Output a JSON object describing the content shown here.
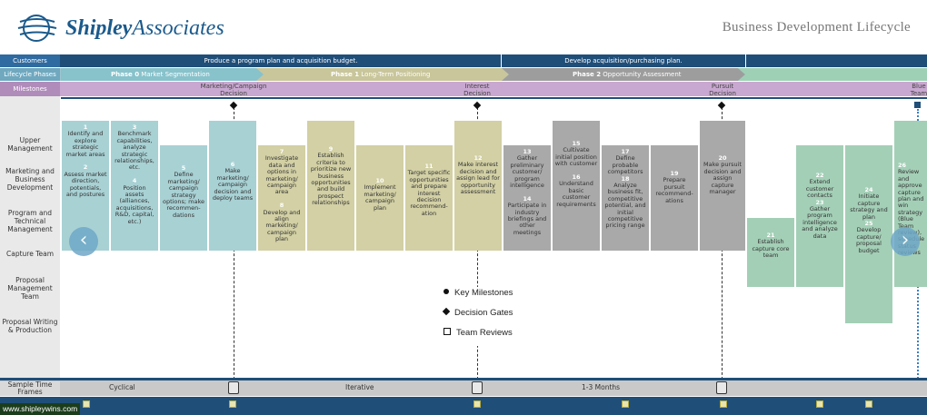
{
  "header": {
    "brand_bold": "Shipley",
    "brand_rest": "Associates",
    "title": "Business Development Lifecycle"
  },
  "rows": {
    "customers": "Customers",
    "lifecycle": "Lifecycle Phases",
    "milestones": "Milestones",
    "upper": "Upper Management",
    "mbd": "Marketing and Business Development",
    "ptm": "Program and Technical Management",
    "capture": "Capture Team",
    "pmt": "Proposal Management Team",
    "pwp": "Proposal Writing & Production",
    "stf": "Sample Time Frames"
  },
  "customer_bands": [
    "Produce a program plan and acquisition budget.",
    "Develop acquisition/purchasing plan."
  ],
  "phases": [
    {
      "num": "Phase 0",
      "name": "Market Segmentation"
    },
    {
      "num": "Phase 1",
      "name": "Long-Term Positioning"
    },
    {
      "num": "Phase 2",
      "name": "Opportunity Assessment"
    }
  ],
  "milestones": [
    "Marketing/Campaign Decision",
    "Interest Decision",
    "Pursuit Decision",
    "Blue Team"
  ],
  "steps": {
    "s1": {
      "n": "1",
      "t": "Identify and explore strategic market areas"
    },
    "s2": {
      "n": "2",
      "t": "Assess market direction, potentials, and postures"
    },
    "s3": {
      "n": "3",
      "t": "Benchmark capabilities, analyze strategic relationships, etc."
    },
    "s4": {
      "n": "4",
      "t": "Position assets (alliances, acquisitions, R&D, capital, etc.)"
    },
    "s5": {
      "n": "5",
      "t": "Define marketing/ campaign strategy options; make recommen- dations"
    },
    "s6": {
      "n": "6",
      "t": "Make marketing/ campaign decision and deploy teams"
    },
    "s7": {
      "n": "7",
      "t": "Investigate data and options in marketing/ campaign area"
    },
    "s8": {
      "n": "8",
      "t": "Develop and align marketing/ campaign plan"
    },
    "s9": {
      "n": "9",
      "t": "Establish criteria to prioritize new business opportunities and build prospect relationships"
    },
    "s10": {
      "n": "10",
      "t": "Implement marketing/ campaign plan"
    },
    "s11": {
      "n": "11",
      "t": "Target specific opportunities and prepare interest decision recommend- ation"
    },
    "s12": {
      "n": "12",
      "t": "Make interest decision and assign lead for opportunity assessment"
    },
    "s13": {
      "n": "13",
      "t": "Gather preliminary customer/ program intelligence"
    },
    "s14": {
      "n": "14",
      "t": "Participate in industry briefings and other meetings"
    },
    "s15": {
      "n": "15",
      "t": "Cultivate initial position with customer"
    },
    "s16": {
      "n": "16",
      "t": "Understand basic customer requirements"
    },
    "s17": {
      "n": "17",
      "t": "Define probable competitors"
    },
    "s18": {
      "n": "18",
      "t": "Analyze business fit, competitive potential, and initial competitive pricing range"
    },
    "s19": {
      "n": "19",
      "t": "Prepare pursuit recommend- ations"
    },
    "s20": {
      "n": "20",
      "t": "Make pursuit decision and assign capture manager"
    },
    "s21": {
      "n": "21",
      "t": "Establish capture core team"
    },
    "s22": {
      "n": "22",
      "t": "Extend customer contacts"
    },
    "s23": {
      "n": "23",
      "t": "Gather program intelligence and analyze data"
    },
    "s24": {
      "n": "24",
      "t": "Initiate capture strategy and plan"
    },
    "s25": {
      "n": "25",
      "t": "Develop capture/ proposal budget"
    },
    "s26": {
      "n": "26",
      "t": "Review and approve capture plan and win strategy (Blue Team review), schedule status reviews"
    }
  },
  "legend": {
    "key": "Key Milestones",
    "gates": "Decision Gates",
    "reviews": "Team Reviews"
  },
  "timeframes": [
    "Cyclical",
    "Iterative",
    "1-3 Months"
  ],
  "website": "www.shipleywins.com",
  "colors": {
    "navy": "#1f4e79",
    "teal": "#a8d1d4",
    "olive": "#d2d0a4",
    "grey": "#a9a9a9",
    "green": "#a3cfb6",
    "milestone_bar": "#c8a8d0"
  }
}
